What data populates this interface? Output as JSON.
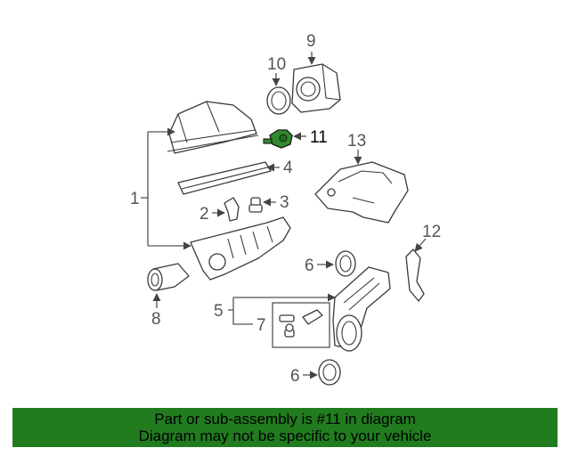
{
  "callouts": {
    "c1": "1",
    "c2": "2",
    "c3": "3",
    "c4": "4",
    "c5": "5",
    "c6a": "6",
    "c6b": "6",
    "c7": "7",
    "c8": "8",
    "c9": "9",
    "c10": "10",
    "c11": "11",
    "c12": "12",
    "c13": "13"
  },
  "highlight_color": "#2e8b2e",
  "banner": {
    "line1": "Part or sub-assembly is #11 in diagram",
    "line2": "Diagram may not be specific to your vehicle",
    "background": "#217c1f"
  }
}
